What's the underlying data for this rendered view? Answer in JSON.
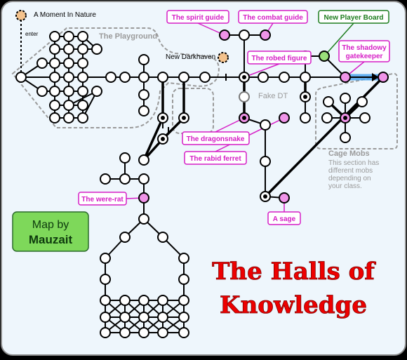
{
  "map": {
    "title_line1": "The Halls of",
    "title_line2": "Knowledge",
    "credit_line1": "Map by",
    "credit_line2": "Mauzait",
    "colors": {
      "background": "#eef6fc",
      "border": "#8a8a8a",
      "node_fill": "#ffffff",
      "npc_fill": "#f094e8",
      "exit_fill": "#f4c28c",
      "npc_label": "#d61ec6",
      "board_label": "#1e7d1e",
      "board_fill": "#9ae07a",
      "title": "#ee0000",
      "credit_fill": "#7ed85a",
      "credit_text": "#0d3a0d",
      "zone_label": "#9a9a9a",
      "one_way_highlight": "#4ca6f0"
    }
  },
  "labels": {
    "moment_in_nature": "A Moment In Nature",
    "enter": "enter",
    "playground": "The Playground",
    "new_darkhaven": "New Darkhaven",
    "fake_dt": "Fake DT",
    "cage_mobs": "Cage Mobs",
    "cage_note_1": "This section has",
    "cage_note_2": "different mobs",
    "cage_note_3": "depending on",
    "cage_note_4": "your class."
  },
  "npcs": {
    "spirit_guide": "The spirit guide",
    "combat_guide": "The combat guide",
    "new_player_board": "New Player Board",
    "robed_figure": "The robed figure",
    "shadowy_gatekeeper_1": "The shadowy",
    "shadowy_gatekeeper_2": "gatekeeper",
    "dragonsnake": "The dragonsnake",
    "rabid_ferret": "The rabid ferret",
    "were_rat": "The were-rat",
    "sage": "A sage"
  }
}
